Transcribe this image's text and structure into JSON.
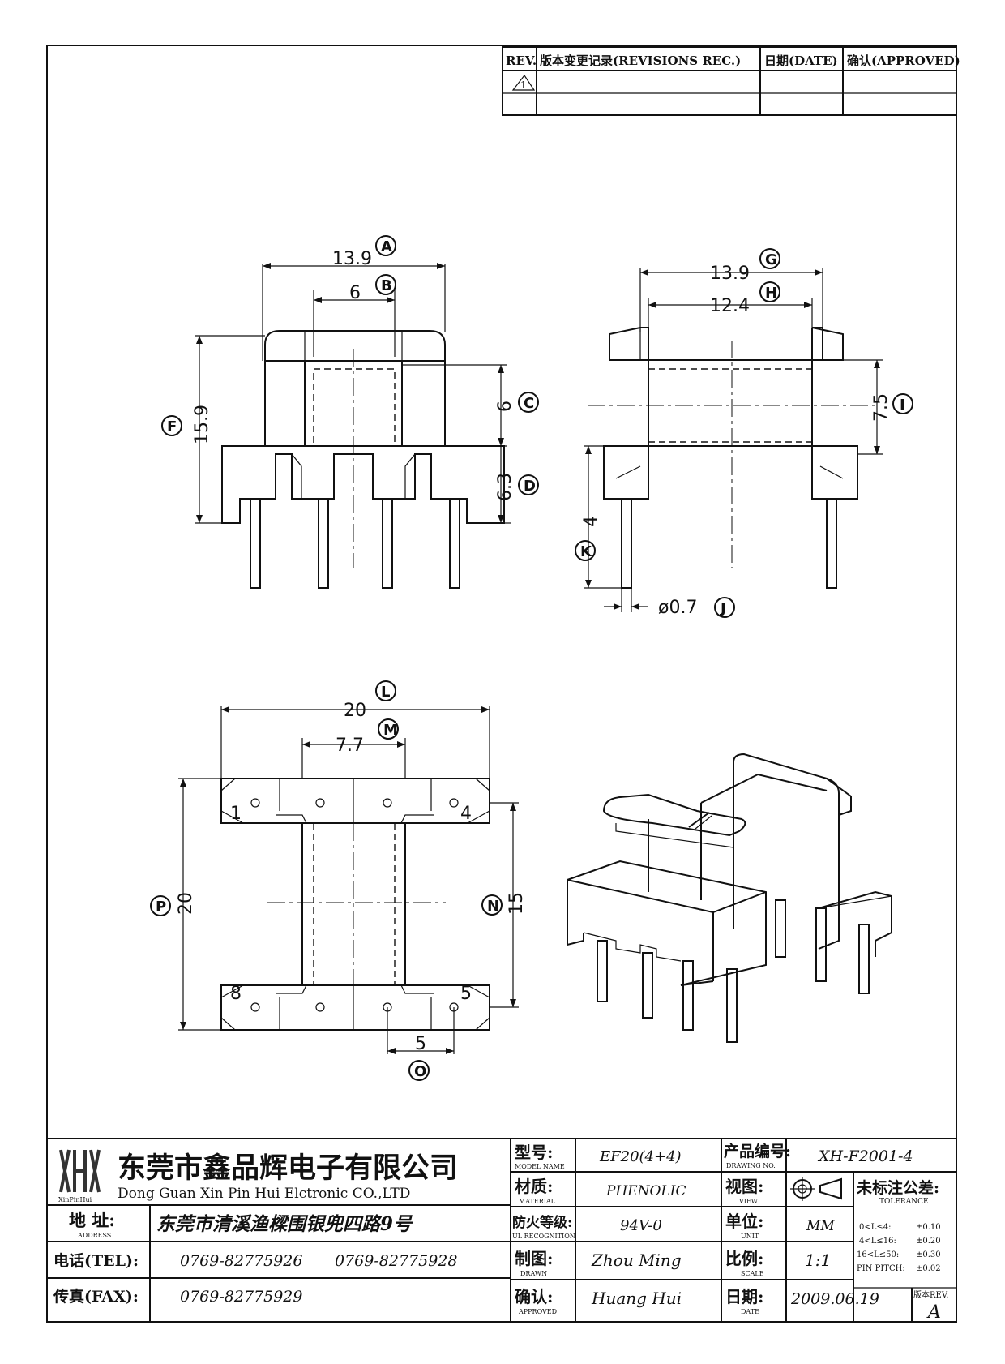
{
  "revision_table": {
    "rev_header": "REV.",
    "record_header": "版本变更记录(REVISIONS REC.)",
    "date_header": "日期(DATE)",
    "approved_header": "确认(APPROVED)",
    "rev_mark": "1"
  },
  "dims": {
    "A": "13.9",
    "B": "6",
    "C": "6",
    "D": "6.3",
    "F": "15.9",
    "G": "13.9",
    "H": "12.4",
    "I": "7.5",
    "K": "4",
    "J": "ø0.7",
    "L": "20",
    "M": "7.7",
    "P": "20",
    "N": "15",
    "O": "5"
  },
  "bubbles": [
    "A",
    "B",
    "C",
    "D",
    "F",
    "G",
    "H",
    "I",
    "K",
    "J",
    "L",
    "M",
    "P",
    "N",
    "O"
  ],
  "pins": [
    "1",
    "4",
    "8",
    "5"
  ],
  "title_block": {
    "company_cn": "东莞市鑫品辉电子有限公司",
    "company_en": "Dong Guan Xin Pin Hui Elctronic CO.,LTD",
    "logo_text": "XinPinHui",
    "address_label": "地 址:",
    "address_label_en": "ADDRESS",
    "address": "东莞市清溪渔樑围银兜四路9号",
    "tel_label": "电话(TEL):",
    "tel1": "0769-82775926",
    "tel2": "0769-82775928",
    "fax_label": "传真(FAX):",
    "fax": "0769-82775929",
    "model_label": "型号:",
    "model_label_en": "MODEL NAME",
    "model": "EF20(4+4)",
    "material_label": "材质:",
    "material_label_en": "MATERIAL",
    "material": "PHENOLIC",
    "flame_label": "防火等级:",
    "flame_label_en": "UL RECOGNITION",
    "flame": "94V-0",
    "drawn_label": "制图:",
    "drawn_label_en": "DRAWN",
    "drawn": "Zhou Ming",
    "approved_label": "确认:",
    "approved_label_en": "APPROVED",
    "approved": "Huang Hui",
    "drawing_no_label": "产品编号:",
    "drawing_no_label_en": "DRAWING NO.",
    "drawing_no": "XH-F2001-4",
    "view_label": "视图:",
    "view_label_en": "VIEW",
    "unit_label": "单位:",
    "unit_label_en": "UNIT",
    "unit": "MM",
    "scale_label": "比例:",
    "scale_label_en": "SCALE",
    "scale": "1:1",
    "date_label": "日期:",
    "date_label_en": "DATE",
    "date": "2009.06.19",
    "tolerance_title": "未标注公差:",
    "tolerance_title_en": "TOLERANCE",
    "tolerance": [
      {
        "range": "0<L≤4:",
        "value": "±0.10"
      },
      {
        "range": "4<L≤16:",
        "value": "±0.20"
      },
      {
        "range": "16<L≤50:",
        "value": "±0.30"
      },
      {
        "range": "PIN PITCH:",
        "value": "±0.02"
      }
    ],
    "version_label": "版本REV.",
    "version": "A"
  }
}
